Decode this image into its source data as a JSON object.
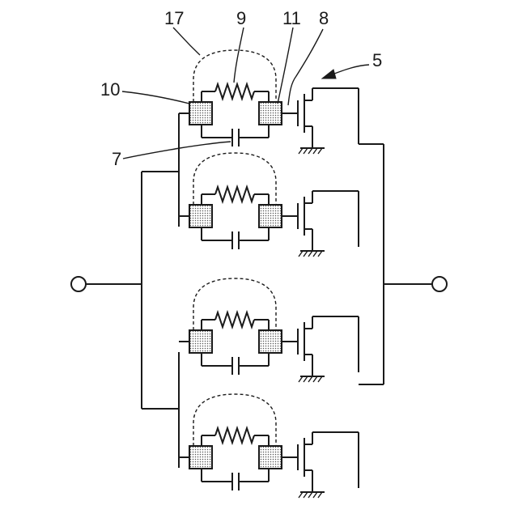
{
  "figure": {
    "labels": {
      "ref_17": "17",
      "ref_9": "9",
      "ref_11": "11",
      "ref_8": "8",
      "ref_5": "5",
      "ref_10": "10",
      "ref_7": "7"
    },
    "cells": [
      {
        "resistor": "resistor",
        "capacitor": "capacitor",
        "transistor": "field-effect transistor",
        "grounded": true
      },
      {
        "resistor": "resistor",
        "capacitor": "capacitor",
        "transistor": "field-effect transistor",
        "grounded": true
      },
      {
        "resistor": "resistor",
        "capacitor": "capacitor",
        "transistor": "field-effect transistor",
        "grounded": true
      },
      {
        "resistor": "resistor",
        "capacitor": "capacitor",
        "transistor": "field-effect transistor",
        "grounded": true
      }
    ],
    "terminals": [
      "input-terminal",
      "output-terminal"
    ],
    "colors": {
      "line": "#1a1a1a",
      "pad_dots": "#555555",
      "background": "#ffffff"
    }
  }
}
